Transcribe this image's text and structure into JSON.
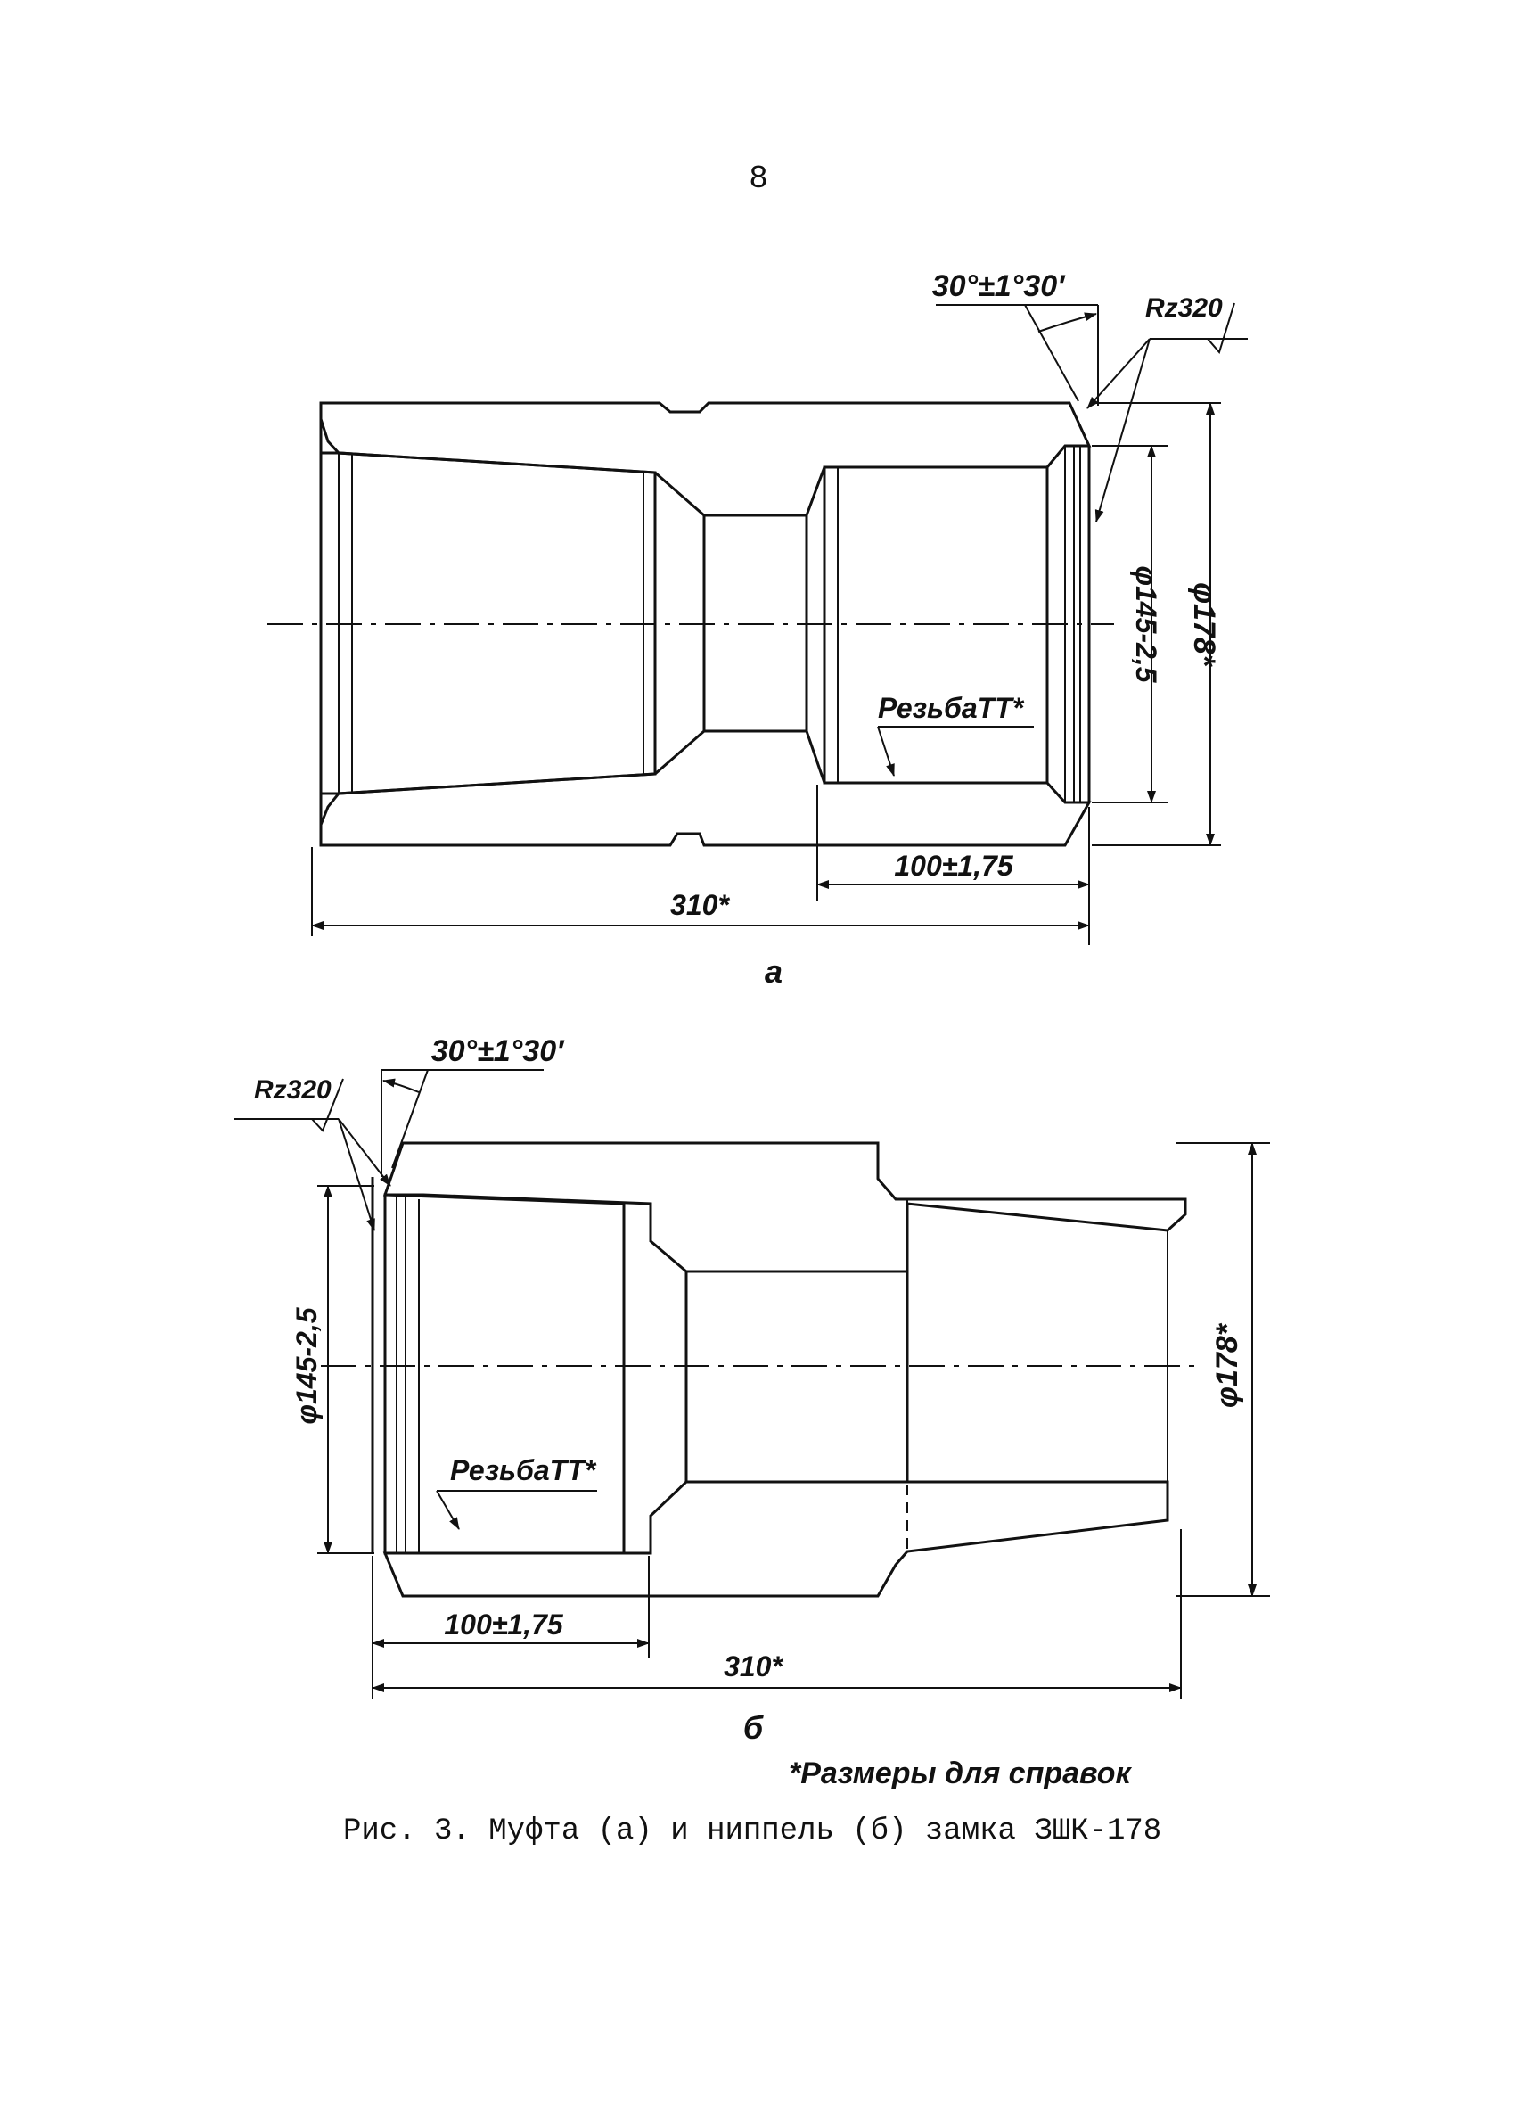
{
  "page": {
    "number": "8"
  },
  "figure_a": {
    "label": "a",
    "angle": "30°±1°30′",
    "roughness": "Rz320",
    "thread": "РезьбаТТ*",
    "dia_thread": "φ145-2,5",
    "dia_outer": "φ178*",
    "len_thread": "100±1,75",
    "len_total": "310*"
  },
  "figure_b": {
    "label": "б",
    "angle": "30°±1°30′",
    "roughness": "Rz320",
    "thread": "РезьбаТТ*",
    "dia_thread": "φ145-2,5",
    "dia_outer": "φ178*",
    "len_thread": "100±1,75",
    "len_total": "310*"
  },
  "footnote": "*Размеры для справок",
  "caption": "Рис. 3. Муфта (а) и ниппель (б) замка ЗШК-178"
}
